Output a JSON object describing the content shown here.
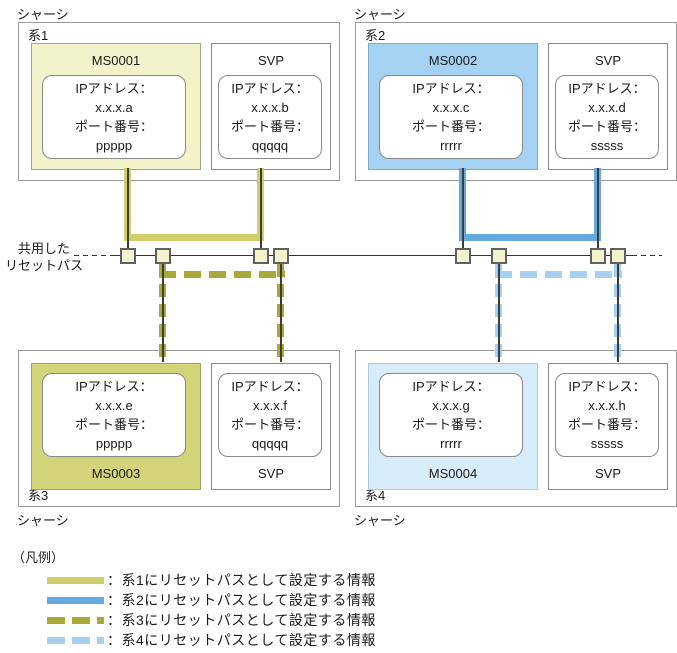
{
  "chassis": [
    {
      "outer_label": "シャーシ",
      "system": "系1",
      "ms": {
        "name": "MS0001",
        "ip_label": "IPアドレス：",
        "ip": "x.x.x.a",
        "port_label": "ポート番号：",
        "port": "ppppp"
      },
      "svp": {
        "name": "SVP",
        "ip_label": "IPアドレス：",
        "ip": "x.x.x.b",
        "port_label": "ポート番号：",
        "port": "qqqqq"
      }
    },
    {
      "outer_label": "シャーシ",
      "system": "系2",
      "ms": {
        "name": "MS0002",
        "ip_label": "IPアドレス：",
        "ip": "x.x.x.c",
        "port_label": "ポート番号：",
        "port": "rrrrr"
      },
      "svp": {
        "name": "SVP",
        "ip_label": "IPアドレス：",
        "ip": "x.x.x.d",
        "port_label": "ポート番号：",
        "port": "sssss"
      }
    },
    {
      "outer_label": "シャーシ",
      "system": "系3",
      "ms": {
        "name": "MS0003",
        "ip_label": "IPアドレス：",
        "ip": "x.x.x.e",
        "port_label": "ポート番号：",
        "port": "ppppp"
      },
      "svp": {
        "name": "SVP",
        "ip_label": "IPアドレス：",
        "ip": "x.x.x.f",
        "port_label": "ポート番号：",
        "port": "qqqqq"
      }
    },
    {
      "outer_label": "シャーシ",
      "system": "系4",
      "ms": {
        "name": "MS0004",
        "ip_label": "IPアドレス：",
        "ip": "x.x.x.g",
        "port_label": "ポート番号：",
        "port": "rrrrr"
      },
      "svp": {
        "name": "SVP",
        "ip_label": "IPアドレス：",
        "ip": "x.x.x.h",
        "port_label": "ポート番号：",
        "port": "sssss"
      }
    }
  ],
  "reset_path": {
    "label_line1": "共用した",
    "label_line2": "リセットパス"
  },
  "legend": {
    "title": "（凡例）",
    "items": [
      {
        "style": "solid",
        "color": "#d0d06a",
        "label": "：系1にリセットパスとして設定する情報"
      },
      {
        "style": "solid",
        "color": "#64aade",
        "label": "：系2にリセットパスとして設定する情報"
      },
      {
        "style": "dashed",
        "color": "#a9a93a",
        "label": "：系3にリセットパスとして設定する情報"
      },
      {
        "style": "dashed",
        "color": "#a6d0f0",
        "label": "：系4にリセットパスとして設定する情報"
      }
    ]
  },
  "colors": {
    "sys1_path": "#d0d06a",
    "sys2_path": "#64aade",
    "sys3_path": "#a9a93a",
    "sys4_path": "#a6d0f0",
    "ms0001_fill": "#f2f2cb",
    "ms0002_fill": "#a5d1f2",
    "ms0003_fill": "#d3d379",
    "ms0004_fill": "#d9ecfa",
    "connector_square_fill": "#f2f2cf"
  }
}
